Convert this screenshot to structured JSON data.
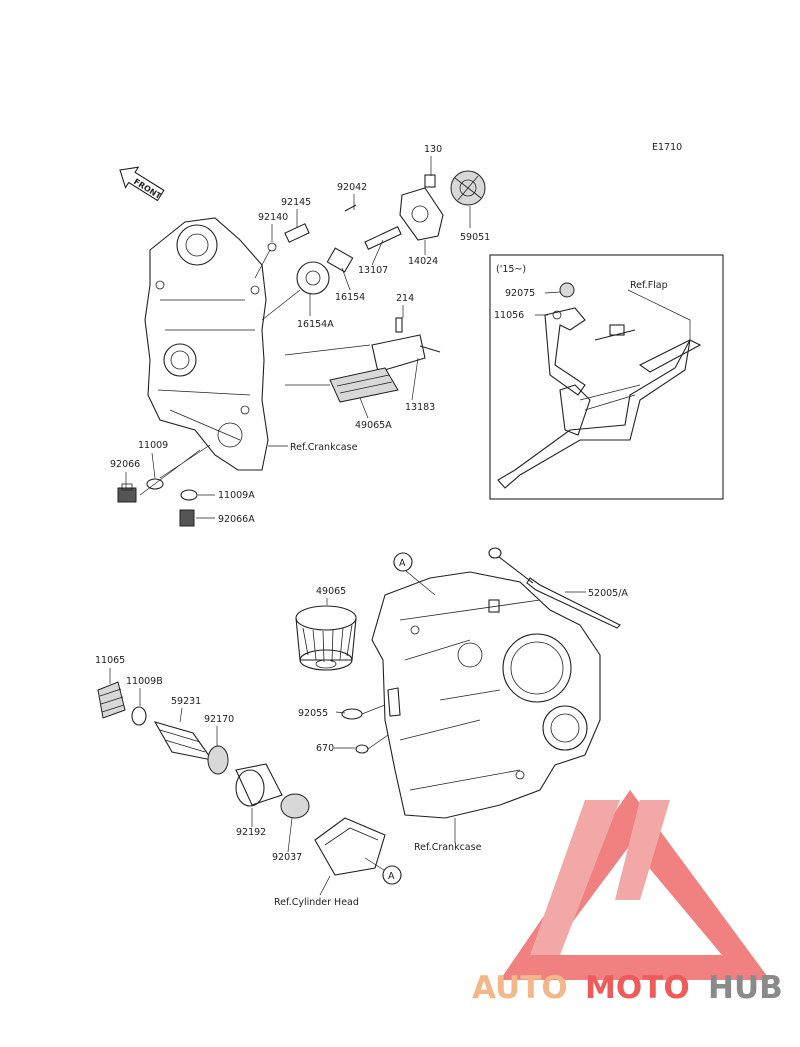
{
  "diagram": {
    "code": "E1710",
    "front_label": "FRONT",
    "inset_year": "('15~)",
    "parts": {
      "p130": "130",
      "p92042": "92042",
      "p92145": "92145",
      "p92140": "92140",
      "p59051": "59051",
      "p14024": "14024",
      "p13107": "13107",
      "p16154": "16154",
      "p16154A": "16154A",
      "p214": "214",
      "p13183": "13183",
      "p49065A": "49065A",
      "p11009": "11009",
      "p92066": "92066",
      "p11009A": "11009A",
      "p92066A": "92066A",
      "p92075": "92075",
      "p11056": "11056",
      "p49065": "49065",
      "p52005A": "52005/A",
      "p11065": "11065",
      "p11009B": "11009B",
      "p59231": "59231",
      "p92170": "92170",
      "p92055": "92055",
      "p670": "670",
      "p92192": "92192",
      "p92037": "92037"
    },
    "refs": {
      "crankcase_top": "Ref.Crankcase",
      "crankcase_bottom": "Ref.Crankcase",
      "flap": "Ref.Flap",
      "cylinder_head": "Ref.Cylinder Head"
    },
    "callout_letter": "A"
  },
  "watermark": {
    "word_part1": "AUTO",
    "word_part2": "MOTO",
    "word_part3": "HUB",
    "color_light": "#f4b78a",
    "color_red": "#ef5b5b",
    "color_gray": "#8a8a8a"
  }
}
